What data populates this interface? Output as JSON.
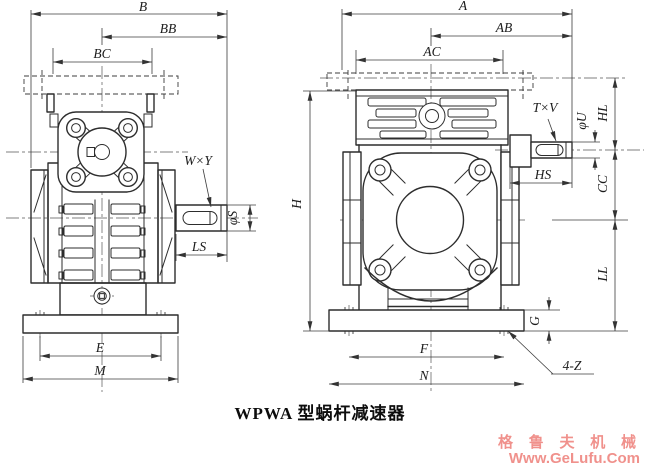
{
  "title": "WPWA 型蜗杆减速器",
  "dims": {
    "B": "B",
    "BB": "BB",
    "BC": "BC",
    "WxY": "W×Y",
    "phiS": "φS",
    "LS": "LS",
    "E": "E",
    "M": "M",
    "A": "A",
    "AB": "AB",
    "AC": "AC",
    "TxV": "T×V",
    "phiU": "φU",
    "HL": "HL",
    "HS": "HS",
    "CC": "CC",
    "H": "H",
    "LL": "LL",
    "G": "G",
    "F": "F",
    "N": "N",
    "Z4": "4-Z"
  },
  "watermark": {
    "line1": "格 鲁 夫 机 械",
    "line2": "Www.GeLufu.Com",
    "color": "#f0918c"
  },
  "colors": {
    "line": "#2d2d2d",
    "background": "#ffffff"
  }
}
